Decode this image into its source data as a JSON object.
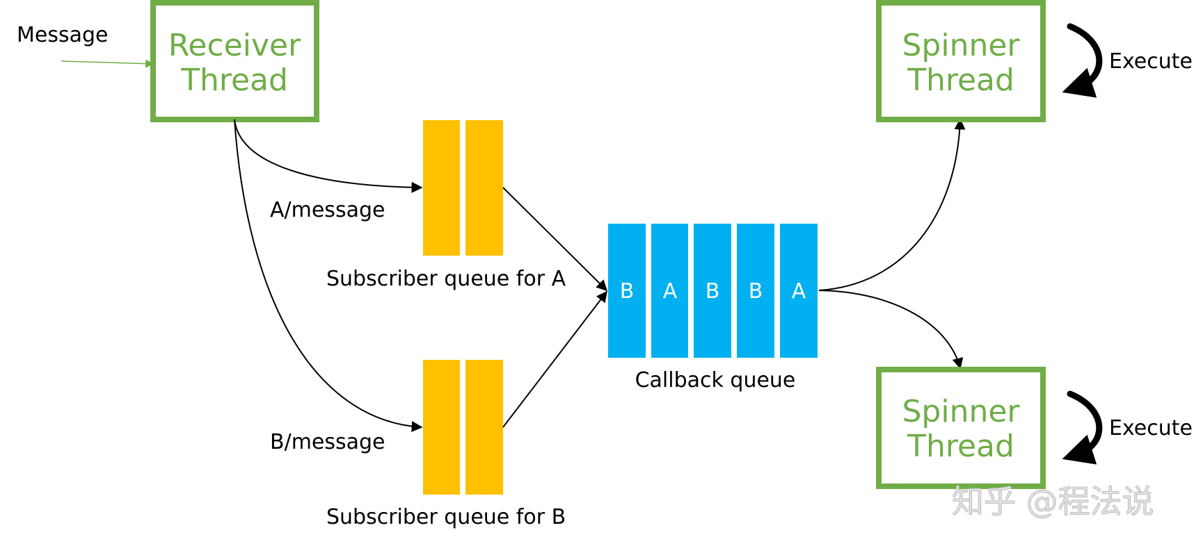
{
  "input_label": "Message",
  "receiver": {
    "line1": "Receiver",
    "line2": "Thread"
  },
  "spinner_top": {
    "line1": "Spinner",
    "line2": "Thread",
    "execute": "Execute"
  },
  "spinner_bottom": {
    "line1": "Spinner",
    "line2": "Thread",
    "execute": "Execute"
  },
  "edge_a_label": "A/message",
  "edge_b_label": "B/message",
  "queue_a_caption": "Subscriber queue for A",
  "queue_b_caption": "Subscriber queue for B",
  "callback_caption": "Callback queue",
  "callback_cells": [
    "B",
    "A",
    "B",
    "B",
    "A"
  ],
  "watermark": "知乎 @程法说",
  "colors": {
    "thread_green": "#70ad47",
    "queue_yellow": "#ffc000",
    "callback_blue": "#00b0f0",
    "arrow": "#000000"
  }
}
